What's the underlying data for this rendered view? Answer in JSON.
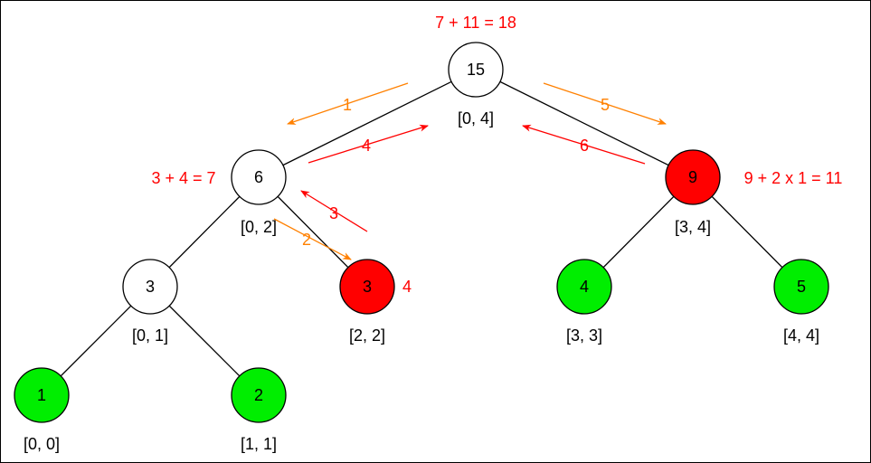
{
  "colors": {
    "plain_fill": "#ffffff",
    "leaf_fill": "#00ee00",
    "updated_fill": "#ff0000",
    "stroke": "#000000",
    "red": "#ff0000",
    "orange": "#ff8000"
  },
  "nodes": [
    {
      "id": "n04",
      "value": "15",
      "range": "[0, 4]",
      "state": "plain"
    },
    {
      "id": "n02",
      "value": "6",
      "range": "[0, 2]",
      "state": "plain"
    },
    {
      "id": "n34",
      "value": "9",
      "range": "[3, 4]",
      "state": "updated"
    },
    {
      "id": "n01",
      "value": "3",
      "range": "[0, 1]",
      "state": "plain"
    },
    {
      "id": "n22",
      "value": "3",
      "range": "[2, 2]",
      "state": "updated"
    },
    {
      "id": "n33",
      "value": "4",
      "range": "[3, 3]",
      "state": "leaf"
    },
    {
      "id": "n44",
      "value": "5",
      "range": "[4, 4]",
      "state": "leaf"
    },
    {
      "id": "n00",
      "value": "1",
      "range": "[0, 0]",
      "state": "leaf"
    },
    {
      "id": "n11",
      "value": "2",
      "range": "[1, 1]",
      "state": "leaf"
    }
  ],
  "edges": [
    [
      "n04",
      "n02"
    ],
    [
      "n04",
      "n34"
    ],
    [
      "n02",
      "n01"
    ],
    [
      "n02",
      "n22"
    ],
    [
      "n34",
      "n33"
    ],
    [
      "n34",
      "n44"
    ],
    [
      "n01",
      "n00"
    ],
    [
      "n01",
      "n11"
    ]
  ],
  "annotations": {
    "root_sum": "7 + 11 = 18",
    "left_sum": "3 + 4 = 7",
    "right_sum": "9 + 2 x 1 = 11",
    "leaf_update": "4"
  },
  "steps": [
    {
      "label": "1",
      "color": "orange"
    },
    {
      "label": "2",
      "color": "orange"
    },
    {
      "label": "3",
      "color": "red"
    },
    {
      "label": "4",
      "color": "red"
    },
    {
      "label": "5",
      "color": "orange"
    },
    {
      "label": "6",
      "color": "red"
    }
  ]
}
